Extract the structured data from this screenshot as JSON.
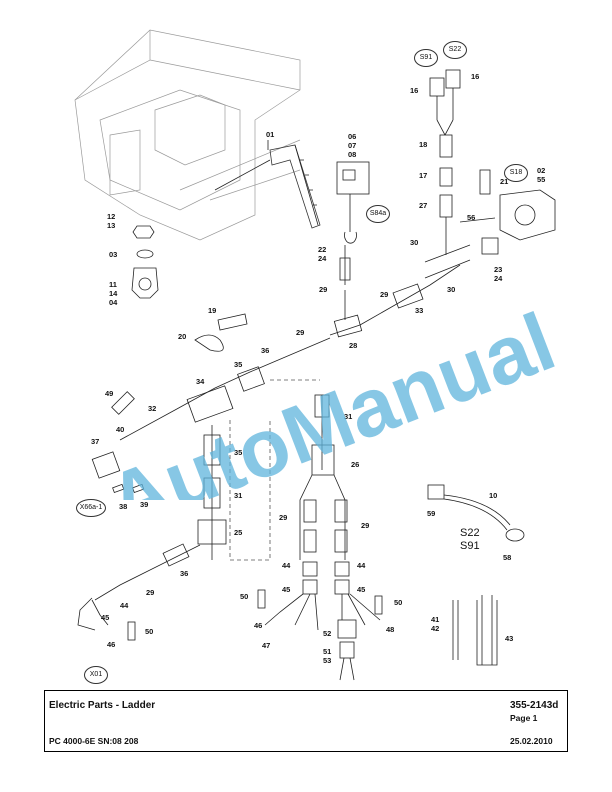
{
  "drawing": {
    "callouts": [
      "01",
      "06\n07\n08",
      "12\n13",
      "03",
      "11\n14\n04",
      "22\n24",
      "29",
      "19",
      "20",
      "29",
      "28",
      "33",
      "29",
      "30",
      "30",
      "23\n24",
      "56",
      "27",
      "17",
      "18",
      "16",
      "16",
      "21",
      "02\n55",
      "35",
      "36",
      "34",
      "49",
      "32",
      "40",
      "37",
      "31",
      "26",
      "35",
      "31",
      "29",
      "29",
      "25",
      "36",
      "29",
      "44",
      "45",
      "46",
      "50",
      "44",
      "45",
      "48",
      "44",
      "45",
      "52",
      "51\n53",
      "47",
      "46",
      "50",
      "50",
      "38",
      "39",
      "10",
      "59",
      "58",
      "41\n42",
      "43"
    ],
    "circled": [
      "S91",
      "S22",
      "S18",
      "S84a",
      "X66a-1",
      "X01"
    ],
    "inline_text": "S22\nS91"
  },
  "watermark": {
    "text": "AutoManual",
    "color": "#5fb4dc"
  },
  "titleblock": {
    "title": "Electric Parts - Ladder",
    "doc_number": "355-2143d",
    "page": "Page 1",
    "machine": "PC 4000-6E SN:08 208",
    "date": "25.02.2010"
  }
}
